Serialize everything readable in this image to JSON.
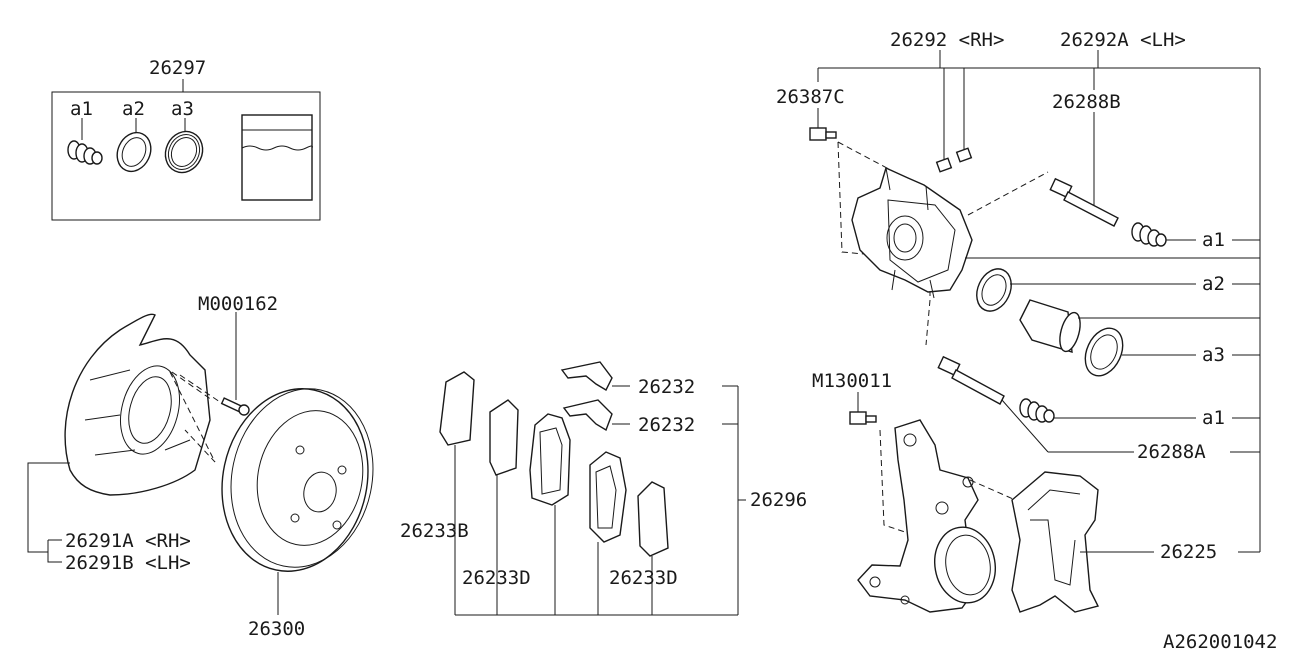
{
  "diagram_id": "A262001042",
  "labels": {
    "kit": "26297",
    "kit_a1": "a1",
    "kit_a2": "a2",
    "kit_a3": "a3",
    "bolt_shield": "M000162",
    "shield_rh": "26291A <RH>",
    "shield_lh": "26291B <LH>",
    "rotor": "26300",
    "clip_upper": "26232",
    "clip_lower": "26232",
    "pad_kit": "26296",
    "shim_b": "26233B",
    "shim_d1": "26233D",
    "shim_d2": "26233D",
    "caliper_rh": "26292 <RH>",
    "caliper_lh": "26292A <LH>",
    "bleeder": "26387C",
    "pin_b": "26288B",
    "pin_a": "26288A",
    "bracket": "26225",
    "bolt_bracket": "M130011",
    "ref_a1_top": "a1",
    "ref_a2": "a2",
    "ref_a3": "a3",
    "ref_a1_bottom": "a1"
  }
}
